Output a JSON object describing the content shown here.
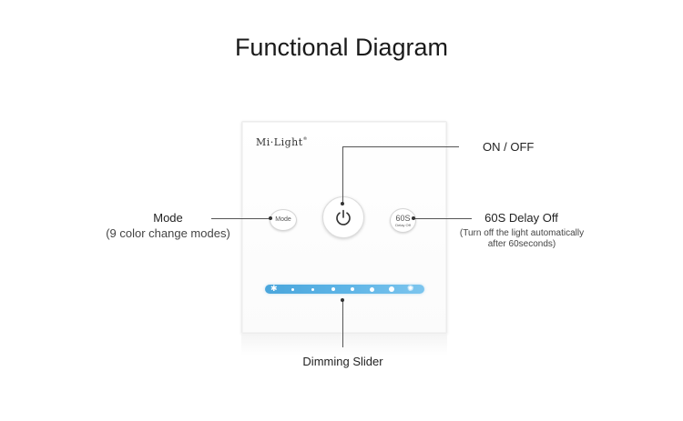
{
  "title": "Functional Diagram",
  "panel": {
    "brand": "Mi·Light",
    "brand_mark": "®",
    "buttons": {
      "mode": "Mode",
      "power_icon": "power-icon",
      "delay_big": "60S",
      "delay_small": "Delay Off"
    },
    "slider": {
      "color": "#4aa6dc",
      "left_icon": "✱",
      "right_icon": "✺"
    }
  },
  "callouts": {
    "on_off": {
      "label": "ON / OFF"
    },
    "mode": {
      "label": "Mode",
      "sub": "(9 color change modes)"
    },
    "delay": {
      "label": "60S Delay Off",
      "note_line1": "(Turn off the light automatically",
      "note_line2": "after 60seconds)"
    },
    "slider": {
      "label": "Dimming Slider"
    }
  }
}
